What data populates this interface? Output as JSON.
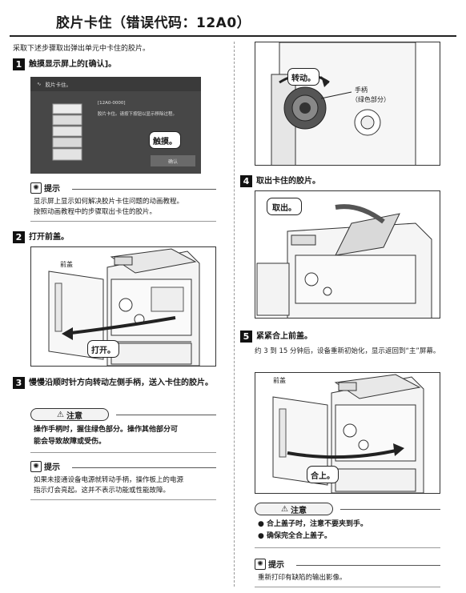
{
  "header": {
    "title": "胶片卡住（错误代码：12A0）"
  },
  "intro": "采取下述步骤取出弹出单元中卡住的胶片。",
  "steps": [
    {
      "num": "1",
      "text": "触摸显示屏上的[确认]。"
    },
    {
      "num": "2",
      "text": "打开前盖。"
    },
    {
      "num": "3",
      "text": "慢慢沿顺时针方向转动左侧手柄，送入卡住的胶片。"
    },
    {
      "num": "4",
      "text": "取出卡住的胶片。"
    },
    {
      "num": "5",
      "text": "紧紧合上前盖。",
      "sub": "约 3 到 15 分钟后，设备重新初始化，显示返回到“主”屏幕。"
    }
  ],
  "screen": {
    "title": "胶片卡住。",
    "code": "[12A0-0000]",
    "message": "胶片卡住。请按下按钮以显示移除过程。",
    "button": "确认",
    "callout": "触摸。"
  },
  "hints": {
    "label": "提示",
    "hint1": [
      "显示屏上显示如何解决胶片卡住问题的动画教程。",
      "按照动画教程中的步骤取出卡住的胶片。"
    ],
    "hint2": [
      "如果未接通设备电源就转动手柄，操作板上的电源",
      "指示灯会亮起。这并不表示功能或性能故障。"
    ],
    "hint3": [
      "重新打印有缺陷的输出影像。"
    ]
  },
  "cautions": {
    "label": "注意",
    "caution1": [
      "操作手柄时，握住绿色部分。操作其他部分可",
      "能会导致故障或受伤。"
    ],
    "caution2": [
      "● 合上盖子时，注意不要夹到手。",
      "● 确保完全合上盖子。"
    ]
  },
  "figures": {
    "fig2": {
      "label": "前盖",
      "callout": "打开。"
    },
    "fig3": {
      "callout": "转动。",
      "label1": "手柄",
      "label2": "（绿色部分）"
    },
    "fig4": {
      "callout": "取出。"
    },
    "fig5": {
      "label": "前盖",
      "callout": "合上。"
    }
  }
}
